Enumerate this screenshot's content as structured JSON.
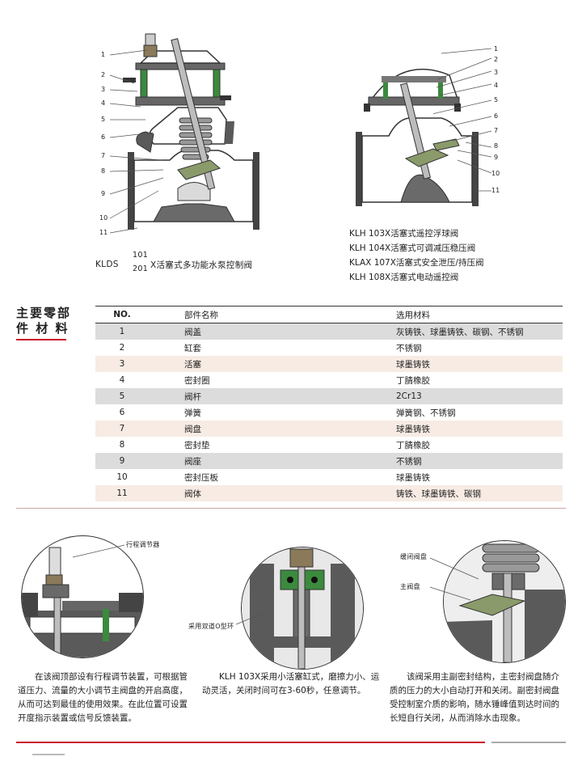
{
  "valve_left": {
    "callouts": [
      "1",
      "2",
      "3",
      "4",
      "5",
      "6",
      "7",
      "8",
      "9",
      "10",
      "11"
    ],
    "caption_prefix": "KLDS",
    "caption_sup1": "101",
    "caption_sup2": "201",
    "caption_text": "X活塞式多功能水泵控制阀"
  },
  "valve_right": {
    "callouts": [
      "1",
      "2",
      "3",
      "4",
      "5",
      "6",
      "7",
      "8",
      "9",
      "10",
      "11"
    ],
    "models": [
      "KLH 103X活塞式遥控浮球阀",
      "KLH 104X活塞式可调减压稳压阀",
      "KLAX 107X活塞式安全泄压/持压阀",
      "KLH 108X活塞式电动遥控阀"
    ]
  },
  "parts_section": {
    "title_line1": "主要零部",
    "title_line2": "件 材 料",
    "headers": {
      "no": "NO.",
      "name": "部件名称",
      "material": "选用材料"
    },
    "rows": [
      {
        "no": "1",
        "name": "阀盖",
        "material": "灰铸铁、球墨铸铁、碳钢、不锈钢"
      },
      {
        "no": "2",
        "name": "缸套",
        "material": "不锈钢"
      },
      {
        "no": "3",
        "name": "活塞",
        "material": "球墨铸铁"
      },
      {
        "no": "4",
        "name": "密封圈",
        "material": "丁腈橡胶"
      },
      {
        "no": "5",
        "name": "阀杆",
        "material": "2Cr13"
      },
      {
        "no": "6",
        "name": "弹簧",
        "material": "弹簧钢、不锈钢"
      },
      {
        "no": "7",
        "name": "阀盘",
        "material": "球墨铸铁"
      },
      {
        "no": "8",
        "name": "密封垫",
        "material": "丁腈橡胶"
      },
      {
        "no": "9",
        "name": "阀座",
        "material": "不锈钢"
      },
      {
        "no": "10",
        "name": "密封压板",
        "material": "球墨铸铁"
      },
      {
        "no": "11",
        "name": "阀体",
        "material": "铸铁、球墨铸铁、碳钢"
      }
    ]
  },
  "details": [
    {
      "label": "行程调节器",
      "text": "在该阀顶部设有行程调节装置，可根据管道压力、流量的大小调节主阀盘的开启高度，从而可达到最佳的使用效果。在此位置可设置开度指示装置或信号反馈装置。"
    },
    {
      "label": "采用双道O型环",
      "text": "KLH 103X采用小活塞缸式，磨擦力小、运动灵活，关闭时间可在3-60秒，任意调节。"
    },
    {
      "label_top": "缓闭阀盘",
      "label_bottom": "主阀盘",
      "text": "该阀采用主副密封结构，主密封阀盘随介质的压力的大小自动打开和关闭。副密封阀盘受控制室介质的影响，随水锤峰值到达时间的长短自行关闭，从而消除水击现象。"
    }
  ],
  "colors": {
    "accent_red": "#c8102e",
    "casting": "#5a5a5a",
    "seal_green": "#3b8a3e",
    "disc_olive": "#8a9a6a",
    "row_gray": "#dcdcdc",
    "row_peach": "#f7ebe4"
  }
}
